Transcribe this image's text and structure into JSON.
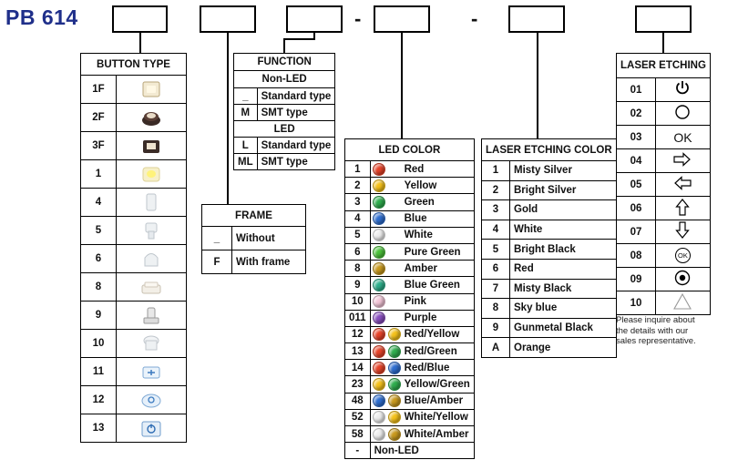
{
  "title": "PB 614",
  "separators": [
    "-",
    "-"
  ],
  "button_type": {
    "header": "BUTTON TYPE",
    "rows": [
      {
        "code": "1F",
        "icon": "keycap-square-glow-icon"
      },
      {
        "code": "2F",
        "icon": "round-dark-cap-icon"
      },
      {
        "code": "3F",
        "icon": "square-dark-cap-icon"
      },
      {
        "code": "1",
        "icon": "square-yellow-lit-cap-icon"
      },
      {
        "code": "4",
        "icon": "clear-tall-cap-icon"
      },
      {
        "code": "5",
        "icon": "clear-stem-cap-icon"
      },
      {
        "code": "6",
        "icon": "clear-dome-cap-icon"
      },
      {
        "code": "8",
        "icon": "flat-square-cap-icon"
      },
      {
        "code": "9",
        "icon": "cylinder-plunger-icon"
      },
      {
        "code": "10",
        "icon": "clear-round-cap-icon"
      },
      {
        "code": "11",
        "icon": "blue-print-square-cap-icon"
      },
      {
        "code": "12",
        "icon": "blue-round-cap-icon"
      },
      {
        "code": "13",
        "icon": "blue-power-square-cap-icon"
      }
    ]
  },
  "function": {
    "header": "FUNCTION",
    "nonled_label": "Non-LED",
    "led_label": "LED",
    "nonled_rows": [
      {
        "code": "_",
        "label": "Standard type"
      },
      {
        "code": "M",
        "label": "SMT type"
      }
    ],
    "led_rows": [
      {
        "code": "L",
        "label": "Standard type"
      },
      {
        "code": "ML",
        "label": "SMT type"
      }
    ]
  },
  "frame": {
    "header": "FRAME",
    "rows": [
      {
        "code": "_",
        "label": "Without"
      },
      {
        "code": "F",
        "label": "With frame"
      }
    ]
  },
  "led_color": {
    "header": "LED COLOR",
    "rows": [
      {
        "code": "1",
        "colors": [
          "#e8442a"
        ],
        "label": "Red"
      },
      {
        "code": "2",
        "colors": [
          "#f5c21b"
        ],
        "label": "Yellow"
      },
      {
        "code": "3",
        "colors": [
          "#2fae4e"
        ],
        "label": "Green"
      },
      {
        "code": "4",
        "colors": [
          "#2f6fd1"
        ],
        "label": "Blue"
      },
      {
        "code": "5",
        "colors": [
          "#eeeeee"
        ],
        "label": "White"
      },
      {
        "code": "6",
        "colors": [
          "#4cc23a"
        ],
        "label": "Pure Green"
      },
      {
        "code": "8",
        "colors": [
          "#c99a1e"
        ],
        "label": "Amber"
      },
      {
        "code": "9",
        "colors": [
          "#2fb08c"
        ],
        "label": "Blue Green"
      },
      {
        "code": "10",
        "colors": [
          "#f4c6d8"
        ],
        "label": "Pink"
      },
      {
        "code": "011",
        "colors": [
          "#8a4fc0"
        ],
        "label": "Purple"
      },
      {
        "code": "12",
        "colors": [
          "#e8442a",
          "#f5c21b"
        ],
        "label": "Red/Yellow"
      },
      {
        "code": "13",
        "colors": [
          "#e8442a",
          "#2fae4e"
        ],
        "label": "Red/Green"
      },
      {
        "code": "14",
        "colors": [
          "#e8442a",
          "#2f6fd1"
        ],
        "label": "Red/Blue"
      },
      {
        "code": "23",
        "colors": [
          "#f5c21b",
          "#2fae4e"
        ],
        "label": "Yellow/Green"
      },
      {
        "code": "48",
        "colors": [
          "#2f6fd1",
          "#c99a1e"
        ],
        "label": "Blue/Amber"
      },
      {
        "code": "52",
        "colors": [
          "#eeeeee",
          "#f5c21b"
        ],
        "label": "White/Yellow"
      },
      {
        "code": "58",
        "colors": [
          "#eeeeee",
          "#c99a1e"
        ],
        "label": "White/Amber"
      },
      {
        "code": "-",
        "colors": [],
        "label": "Non-LED"
      }
    ]
  },
  "laser_color": {
    "header": "LASER ETCHING COLOR",
    "rows": [
      {
        "code": "1",
        "label": "Misty Silver"
      },
      {
        "code": "2",
        "label": "Bright Silver"
      },
      {
        "code": "3",
        "label": "Gold"
      },
      {
        "code": "4",
        "label": "White"
      },
      {
        "code": "5",
        "label": "Bright Black"
      },
      {
        "code": "6",
        "label": "Red"
      },
      {
        "code": "7",
        "label": "Misty Black"
      },
      {
        "code": "8",
        "label": "Sky blue"
      },
      {
        "code": "9",
        "label": "Gunmetal Black"
      },
      {
        "code": "A",
        "label": "Orange"
      }
    ]
  },
  "laser_etching": {
    "header": "LASER ETCHING",
    "rows": [
      {
        "code": "01",
        "icon": "power-icon"
      },
      {
        "code": "02",
        "icon": "circle-outline-icon"
      },
      {
        "code": "03",
        "icon": "ok-text-icon",
        "text": "OK"
      },
      {
        "code": "04",
        "icon": "arrow-right-outline-icon"
      },
      {
        "code": "05",
        "icon": "arrow-left-outline-icon"
      },
      {
        "code": "06",
        "icon": "arrow-up-outline-icon"
      },
      {
        "code": "07",
        "icon": "arrow-down-outline-icon"
      },
      {
        "code": "08",
        "icon": "ok-circle-icon",
        "text": "OK"
      },
      {
        "code": "09",
        "icon": "dot-in-circle-icon"
      },
      {
        "code": "10",
        "icon": "triangle-outline-icon"
      }
    ]
  },
  "note": "Please inquire about the details with our sales representative."
}
